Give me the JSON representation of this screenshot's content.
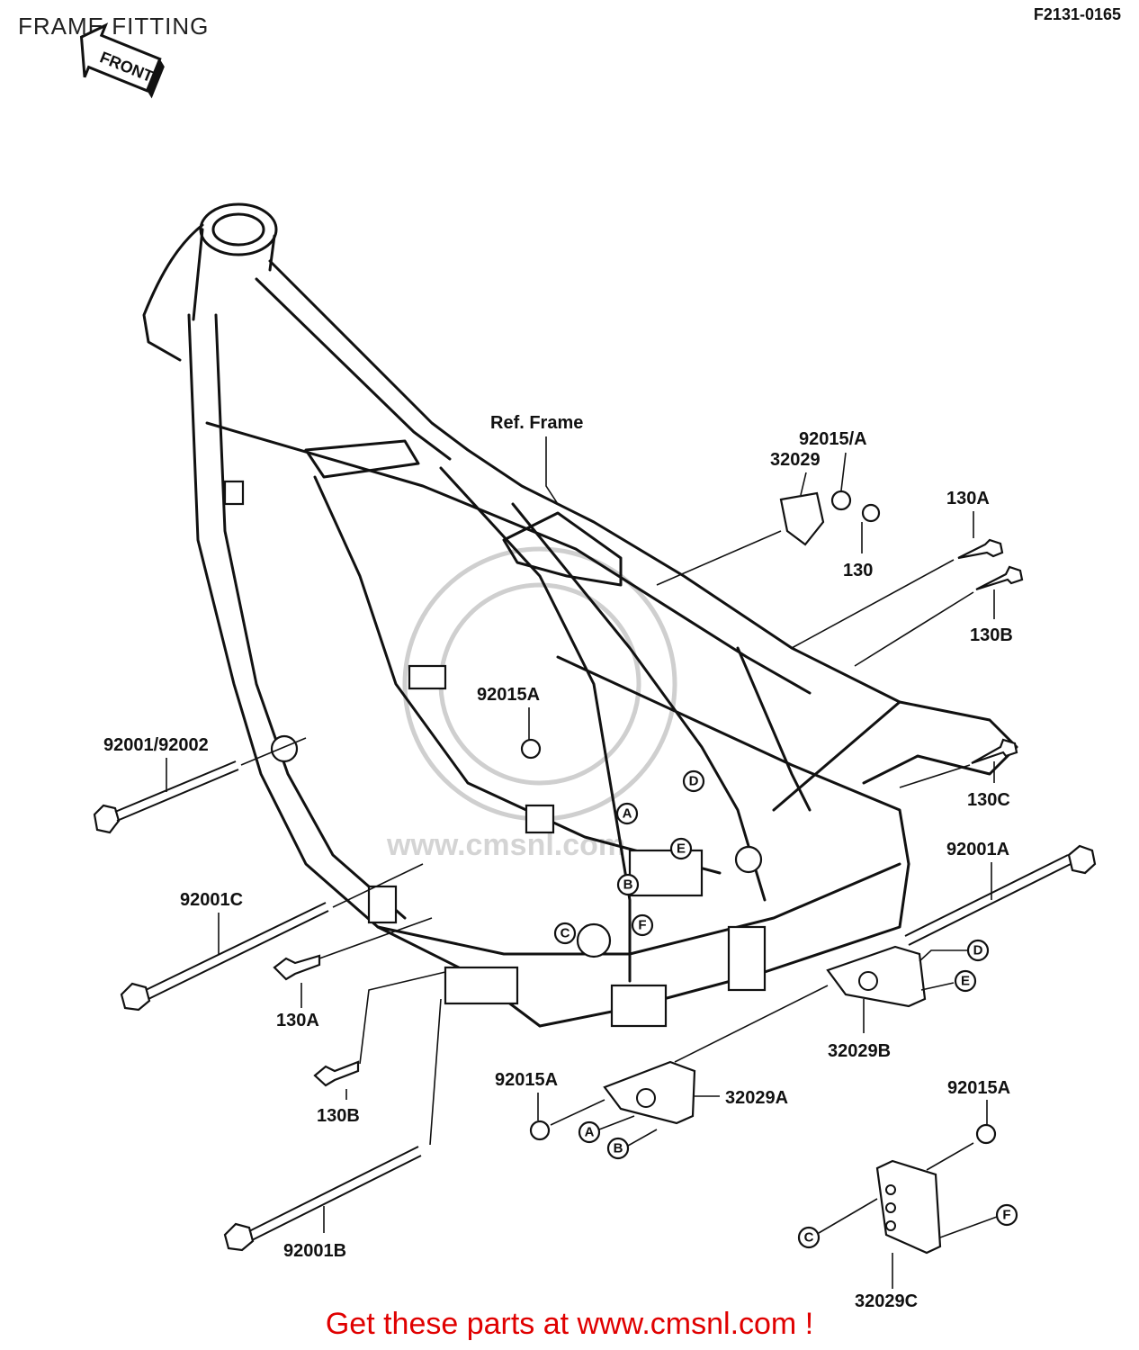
{
  "header": {
    "title": "FRAME FITTING",
    "code": "F2131-0165"
  },
  "front_arrow": {
    "label": "FRONT",
    "icon": "front-arrow-icon"
  },
  "watermark": {
    "text": "www.cmsnl.com"
  },
  "labels": {
    "ref_frame": "Ref. Frame",
    "p92015_a_top": "92015/A",
    "p32029": "32029",
    "p130": "130",
    "p130A_right": "130A",
    "p130B_right": "130B",
    "p130C": "130C",
    "p92015A_mid": "92015A",
    "p92001_92002": "92001/92002",
    "p92001C": "92001C",
    "p130A_left": "130A",
    "p130B_left": "130B",
    "p92001A": "92001A",
    "p32029B": "32029B",
    "p92015A_bottom": "92015A",
    "p32029A": "32029A",
    "p92015A_right": "92015A",
    "p92001B": "92001B",
    "p32029C": "32029C"
  },
  "callouts": {
    "A1": "A",
    "B1": "B",
    "C1": "C",
    "D1": "D",
    "E1": "E",
    "F1": "F",
    "D2": "D",
    "E2": "E",
    "A2": "A",
    "B2": "B",
    "C2": "C",
    "F2": "F"
  },
  "footer": {
    "text": "Get these parts at www.cmsnl.com !"
  }
}
